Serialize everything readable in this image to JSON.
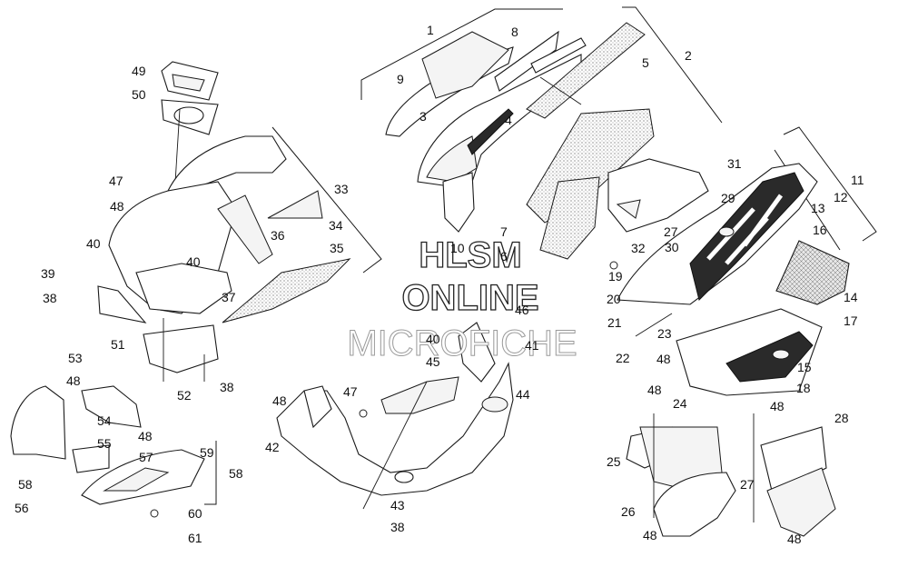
{
  "watermark": {
    "line1": "HLSM",
    "line2": "ONLINE",
    "line3": "MICROFICHE"
  },
  "callouts": [
    {
      "id": "c1",
      "label": "1"
    },
    {
      "id": "c2",
      "label": "2"
    },
    {
      "id": "c3",
      "label": "3"
    },
    {
      "id": "c4",
      "label": "4"
    },
    {
      "id": "c5",
      "label": "5"
    },
    {
      "id": "c6",
      "label": "6"
    },
    {
      "id": "c7",
      "label": "7"
    },
    {
      "id": "c8",
      "label": "8"
    },
    {
      "id": "c9",
      "label": "9"
    },
    {
      "id": "c10",
      "label": "10"
    },
    {
      "id": "c11",
      "label": "11"
    },
    {
      "id": "c12",
      "label": "12"
    },
    {
      "id": "c13",
      "label": "13"
    },
    {
      "id": "c14",
      "label": "14"
    },
    {
      "id": "c15",
      "label": "15"
    },
    {
      "id": "c16",
      "label": "16"
    },
    {
      "id": "c17",
      "label": "17"
    },
    {
      "id": "c18",
      "label": "18"
    },
    {
      "id": "c19",
      "label": "19"
    },
    {
      "id": "c20",
      "label": "20"
    },
    {
      "id": "c21",
      "label": "21"
    },
    {
      "id": "c22",
      "label": "22"
    },
    {
      "id": "c23",
      "label": "23"
    },
    {
      "id": "c24",
      "label": "24"
    },
    {
      "id": "c25",
      "label": "25"
    },
    {
      "id": "c26",
      "label": "26"
    },
    {
      "id": "c27a",
      "label": "27"
    },
    {
      "id": "c27b",
      "label": "27"
    },
    {
      "id": "c28",
      "label": "28"
    },
    {
      "id": "c29",
      "label": "29"
    },
    {
      "id": "c30",
      "label": "30"
    },
    {
      "id": "c31",
      "label": "31"
    },
    {
      "id": "c32",
      "label": "32"
    },
    {
      "id": "c33",
      "label": "33"
    },
    {
      "id": "c34",
      "label": "34"
    },
    {
      "id": "c35",
      "label": "35"
    },
    {
      "id": "c36",
      "label": "36"
    },
    {
      "id": "c37",
      "label": "37"
    },
    {
      "id": "c38a",
      "label": "38"
    },
    {
      "id": "c38b",
      "label": "38"
    },
    {
      "id": "c38c",
      "label": "38"
    },
    {
      "id": "c39",
      "label": "39"
    },
    {
      "id": "c40a",
      "label": "40"
    },
    {
      "id": "c40b",
      "label": "40"
    },
    {
      "id": "c40c",
      "label": "40"
    },
    {
      "id": "c41",
      "label": "41"
    },
    {
      "id": "c42",
      "label": "42"
    },
    {
      "id": "c43",
      "label": "43"
    },
    {
      "id": "c44",
      "label": "44"
    },
    {
      "id": "c45",
      "label": "45"
    },
    {
      "id": "c46",
      "label": "46"
    },
    {
      "id": "c47a",
      "label": "47"
    },
    {
      "id": "c47b",
      "label": "47"
    },
    {
      "id": "c48a",
      "label": "48"
    },
    {
      "id": "c48b",
      "label": "48"
    },
    {
      "id": "c48c",
      "label": "48"
    },
    {
      "id": "c48d",
      "label": "48"
    },
    {
      "id": "c48e",
      "label": "48"
    },
    {
      "id": "c48f",
      "label": "48"
    },
    {
      "id": "c48g",
      "label": "48"
    },
    {
      "id": "c48h",
      "label": "48"
    },
    {
      "id": "c48i",
      "label": "48"
    },
    {
      "id": "c49",
      "label": "49"
    },
    {
      "id": "c50",
      "label": "50"
    },
    {
      "id": "c51",
      "label": "51"
    },
    {
      "id": "c52",
      "label": "52"
    },
    {
      "id": "c53",
      "label": "53"
    },
    {
      "id": "c54",
      "label": "54"
    },
    {
      "id": "c55",
      "label": "55"
    },
    {
      "id": "c56",
      "label": "56"
    },
    {
      "id": "c57",
      "label": "57"
    },
    {
      "id": "c58a",
      "label": "58"
    },
    {
      "id": "c58b",
      "label": "58"
    },
    {
      "id": "c59",
      "label": "59"
    },
    {
      "id": "c60",
      "label": "60"
    },
    {
      "id": "c61",
      "label": "61"
    }
  ]
}
